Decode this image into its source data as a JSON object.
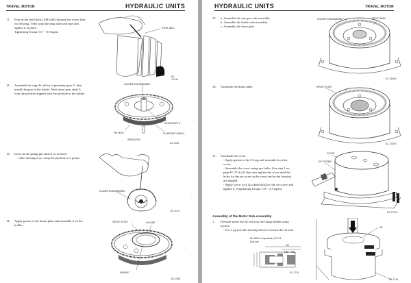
{
  "left_page": {
    "header": {
      "section": "TRAVEL MOTOR",
      "title": "HYDRAULIC UNITS"
    },
    "steps": [
      {
        "num": "11.",
        "lines": [
          "Pour in the steel balls (108 balls) through the screw hole",
          "for the plug. Then wrap the plug with seal tape and",
          "tighten it in place.",
          "Tightening Torque: 0.7 ~ 0.9 kgfm."
        ]
      },
      {
        "num": "12.",
        "lines": [
          "Assemble the cage & rollers in planetary gear A, then",
          "install the gear in the holder. Next insert gear shaft A",
          "with the pin hole aligned with the pin hole in the holder."
        ]
      },
      {
        "num": "13.",
        "lines": [
          "Drive in the spring pin until it is recessed.",
          "- After driving it in, crimp the pin hole at 2 points."
        ]
      },
      {
        "num": "14.",
        "lines": [
          "Apply grease to the thrust plate and assemble it on the",
          "holder."
        ]
      }
    ],
    "figures": [
      {
        "code": "B2-1974A",
        "labels": [
          "STEEL BALL"
        ]
      },
      {
        "code": "B2-2066",
        "labels": [
          "HOLDER SUB-ASSEMBLY",
          "GEAR SHAFT A",
          "PIN HOLE",
          "PLANETARY GEAR A",
          "SPRING PIN"
        ]
      },
      {
        "code": "B2-2075",
        "labels": [
          "HOLDER SUB-ASSEMBLY"
        ]
      },
      {
        "code": "B2-2085",
        "labels": [
          "THRUST PLATE",
          "HOLDER",
          "GREASE"
        ]
      }
    ]
  },
  "right_page": {
    "header": {
      "section": "TRAVEL MOTOR",
      "title": "HYDRAULIC UNITS"
    },
    "steps": [
      {
        "num": "15.",
        "lines": [
          "a.  Assemble the sun gear sub-assembly.",
          "b.  Assemble the holder sub-assembly.",
          "c.  Assembly the drive gear."
        ]
      },
      {
        "num": "16.",
        "lines": [
          "Assemble the thrust plate."
        ]
      },
      {
        "num": "17.",
        "lines": [
          "Assemble the cover.",
          "- Apply grease to the O-ring and assemble it on the",
          "  cover.",
          "- Assemble the cover, using eye bolts. (See step 1 on",
          "  page IV 27-4.) At this time tighten the cover until the",
          "  holes for the set screw in the cover and in the housing",
          "  are aligned.",
          "- Apply screw lock (Locktite #242) to the set screw and",
          "  tighten it. (Tightening Torque: 1.8 ~ 2.5 kgfm)"
        ]
      }
    ],
    "section": {
      "title": "Assembly of the Motor Sub-Assembly",
      "steps": [
        {
          "num": "1.",
          "lines": [
            "Pressure insert the oil seal into the flange holder using",
            "a press.",
            "- Use a jig (see the drawing below) to insert the oil seal."
          ]
        }
      ]
    },
    "figures": [
      {
        "code": "B2-2556A",
        "labels": [
          "HOLDER SUB-ASSEMBLY",
          "DRIVE GEAR"
        ]
      },
      {
        "code": "B2-2756A",
        "labels": [
          "THRUST PLATE"
        ]
      },
      {
        "code": "B2-2757A",
        "labels": [
          "COVER",
          "SET SCREW"
        ]
      },
      {
        "code": "B2-2729",
        "labels": [
          "Mt. S35C or equivalent (1.5~0.3",
          "Unit: mm",
          "0.8a ~ 0.8a",
          "110"
        ]
      },
      {
        "code": "B2-2734",
        "labels": [
          "OIL"
        ]
      }
    ]
  }
}
